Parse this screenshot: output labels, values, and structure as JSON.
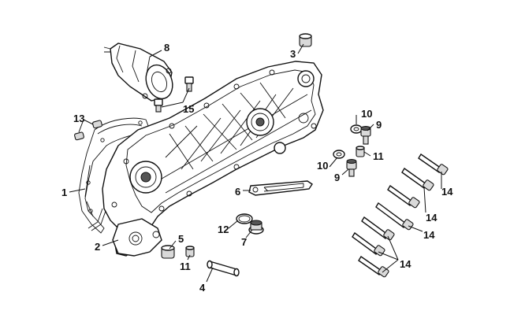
{
  "callouts": [
    {
      "id": "c8",
      "text": "8"
    },
    {
      "id": "c3",
      "text": "3"
    },
    {
      "id": "c15",
      "text": "15"
    },
    {
      "id": "c13",
      "text": "13"
    },
    {
      "id": "c1",
      "text": "1"
    },
    {
      "id": "c2",
      "text": "2"
    },
    {
      "id": "c5",
      "text": "5"
    },
    {
      "id": "c11a",
      "text": "11"
    },
    {
      "id": "c4",
      "text": "4"
    },
    {
      "id": "c10a",
      "text": "10"
    },
    {
      "id": "c9a",
      "text": "9"
    },
    {
      "id": "c11b",
      "text": "11"
    },
    {
      "id": "c10b",
      "text": "10"
    },
    {
      "id": "c9b",
      "text": "9"
    },
    {
      "id": "c6",
      "text": "6"
    },
    {
      "id": "c12",
      "text": "12"
    },
    {
      "id": "c7",
      "text": "7"
    },
    {
      "id": "c14a",
      "text": "14"
    },
    {
      "id": "c14b",
      "text": "14"
    },
    {
      "id": "c14c",
      "text": "14"
    },
    {
      "id": "c14d",
      "text": "14"
    }
  ]
}
